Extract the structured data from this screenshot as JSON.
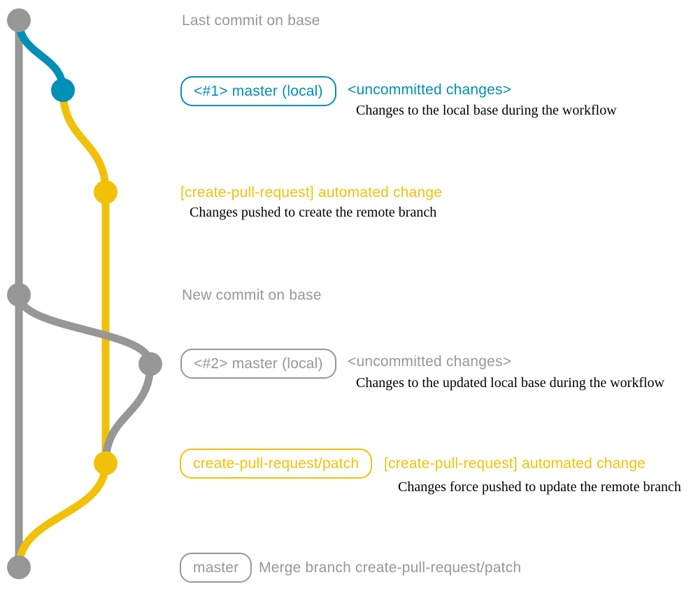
{
  "colors": {
    "gray": "#979797",
    "teal": "#008fb5",
    "yellow": "#f1c109",
    "ink": "#000000"
  },
  "rows": {
    "last_base_commit": {
      "message": "Last commit on base"
    },
    "local_commit_1": {
      "branch_label": "<#1> master (local)",
      "message": "<uncommitted changes>",
      "annotation": "Changes to the local base during the workflow"
    },
    "remote_push_1": {
      "message": "[create-pull-request] automated change",
      "annotation": "Changes pushed to create the remote branch"
    },
    "new_base_commit": {
      "message": "New commit on base"
    },
    "local_commit_2": {
      "branch_label": "<#2> master (local)",
      "message": "<uncommitted changes>",
      "annotation": "Changes to the updated local base during the workflow"
    },
    "remote_push_2": {
      "branch_label": "create-pull-request/patch",
      "message": "[create-pull-request] automated change",
      "annotation": "Changes force pushed to update the remote branch"
    },
    "merge_commit": {
      "branch_label": "master",
      "message": "Merge branch create-pull-request/patch"
    }
  }
}
